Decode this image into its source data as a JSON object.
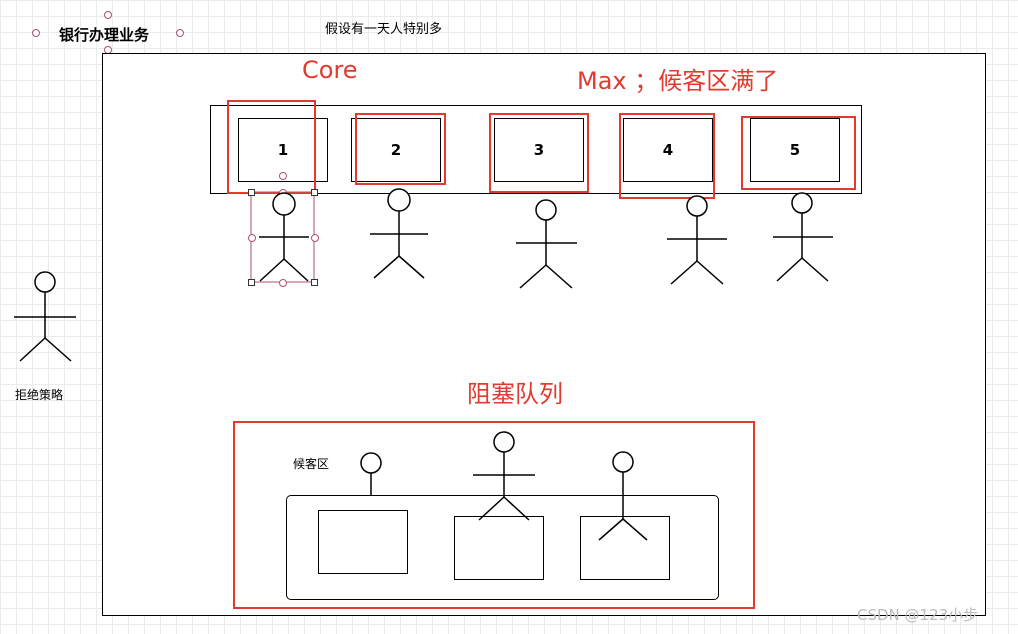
{
  "header": {
    "title": "银行办理业务",
    "note": "假设有一天人特别多"
  },
  "labels": {
    "core": "Core",
    "max": "Max ；候客区满了",
    "blocking_queue": "阻塞队列",
    "waiting_area": "候客区",
    "reject_policy": "拒绝策略"
  },
  "windows": [
    "1",
    "2",
    "3",
    "4",
    "5"
  ],
  "watermark": "CSDN @123小步",
  "colors": {
    "accent_red": "#e03b2e",
    "line": "#000000",
    "grid": "#ebebeb"
  }
}
